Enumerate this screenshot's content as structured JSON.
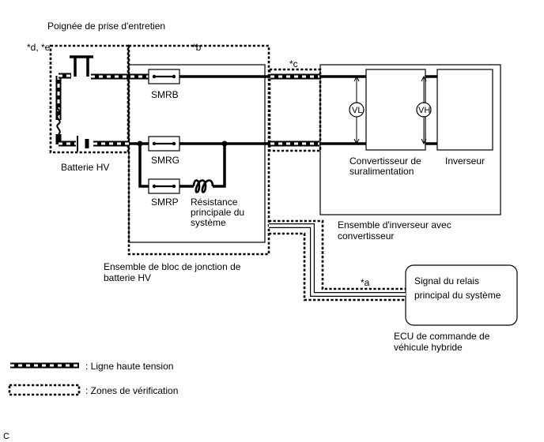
{
  "labels": {
    "service_plug": "Poignée de prise d'entretien",
    "ref_de": "*d, *e",
    "ref_b": "*b",
    "ref_c": "*c",
    "ref_a": "*a",
    "smrb": "SMRB",
    "smrg": "SMRG",
    "smrp": "SMRP",
    "resistor_line1": "Résistance",
    "resistor_line2": "principale du",
    "resistor_line3": "système",
    "battery": "Batterie HV",
    "junction_line1": "Ensemble de bloc de jonction de",
    "junction_line2": "batterie HV",
    "boost_line1": "Convertisseur de",
    "boost_line2": "suralimentation",
    "inverter": "Inverseur",
    "inverter_assy_line1": "Ensemble d'inverseur avec",
    "inverter_assy_line2": "convertisseur",
    "vl": "VL",
    "vh": "VH",
    "signal_line1": "Signal du relais",
    "signal_line2": "principal du système",
    "ecu_line1": "ECU de commande de",
    "ecu_line2": "véhicule hybride",
    "figure_code": "C"
  },
  "legend": {
    "hv_line": ": Ligne haute tension",
    "check_zone": ": Zones de vérification"
  },
  "icons": [
    "relay-icon",
    "resistor-icon",
    "battery-icon",
    "fuse-icon",
    "voltmeter-icon"
  ]
}
